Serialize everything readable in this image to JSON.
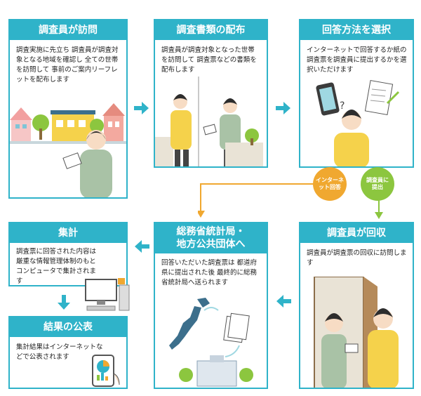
{
  "steps": {
    "visit": {
      "title": "調査員が訪問",
      "body": "調査実施に先立ち 調査員が調査対象となる地域を確認し 全ての世帯を訪問して 事前のご案内リーフレットを配布します"
    },
    "distribute": {
      "title": "調査書類の配布",
      "body": "調査員が調査対象となった世帯を訪問して 調査票などの書類を配布します"
    },
    "choose": {
      "title": "回答方法を選択",
      "body": "インターネットで回答するか紙の調査票を調査員に提出するかを選択いただけます"
    },
    "collect": {
      "title": "調査員が回収",
      "body": "調査員が調査票の回収に訪問します"
    },
    "ministry": {
      "title_line1": "総務省統計局・",
      "title_line2": "地方公共団体へ",
      "body": "回答いただいた調査票は 都道府県に提出された後 最終的に総務省統計局へ送られます"
    },
    "tally": {
      "title": "集計",
      "body": "調査票に回答された内容は厳重な情報管理体制のもとコンピュータで集計されます"
    },
    "publish": {
      "title": "結果の公表",
      "body": "集計結果はインターネットなどで公表されます"
    }
  },
  "badges": {
    "internet": "インターネット回答",
    "submit": "調査員に提出"
  },
  "colors": {
    "accent": "#2fb3c9",
    "internet": "#f0a830",
    "submit": "#8cc63f"
  }
}
